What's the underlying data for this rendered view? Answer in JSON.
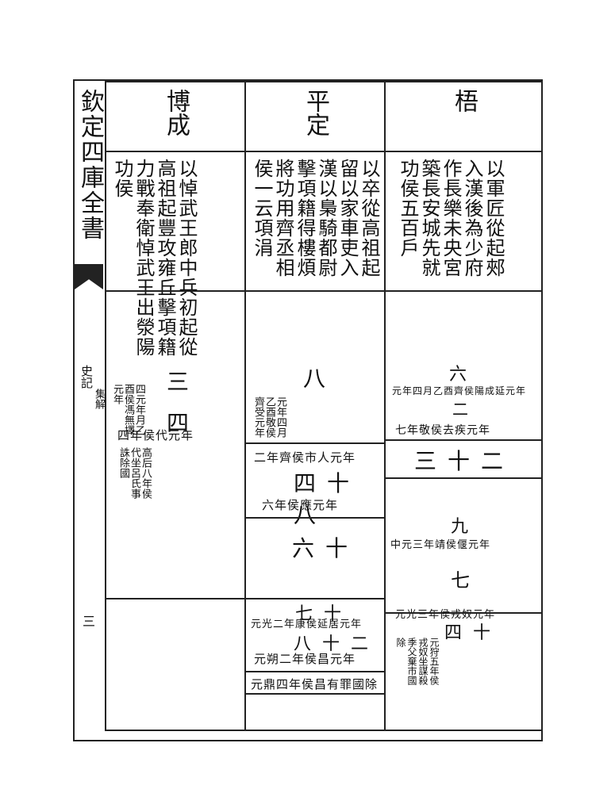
{
  "margin": {
    "title": "欽定四庫全書",
    "sub": "史記",
    "sub2": "集解",
    "page": "三"
  },
  "columns": [
    {
      "name": "博成",
      "desc": "以悼武王郎中兵初起從高祖起豐攻雍丘擊項籍力戰奉衛悼武王出滎陽功侯",
      "row1_big": "三",
      "row1_small": "四元年月乙酉侯馮無擇元年",
      "row2_big": "四",
      "row2_small": "四年侯代元年",
      "row3_small": "高后八年侯代坐呂氏事誅除國"
    },
    {
      "name": "平定",
      "desc": "以卒從高祖起留以家車吏入漢以梟騎都尉擊項籍得樓煩將功用齊丞相侯一云項涓",
      "row1_big": "八",
      "row1_small": "元年四月乙酉敬侯齊受元年",
      "row2_small": "二年齊侯市人元年",
      "row3_big": "四十八",
      "row3_small": "六年侯應元年",
      "row4_big": "六十",
      "row5_big": "七十",
      "row5_small": "元光二年康侯延居元年",
      "row6_big": "八十二",
      "row6_small": "元朔二年侯昌元年",
      "row7_small": "元鼎四年侯昌有罪國除"
    },
    {
      "name": "梧",
      "desc": "以軍匠從起郟入漢後為少府作長樂未央宮築長安城先就功侯五百戶",
      "row1_big": "六",
      "row1_small": "元年四月乙酉齊侯陽成延元年",
      "row2_big": "二",
      "row2_small": "七年敬侯去疾元年",
      "row3_big": "三十二",
      "row4_big": "九",
      "row4_small": "中元三年靖侯偃元年",
      "row5_big": "七",
      "row5_small": "元光三年侯戎奴元年",
      "row6_big": "四十",
      "row6_small": "元狩五年侯戎奴坐謀殺季父棄市國除"
    }
  ]
}
